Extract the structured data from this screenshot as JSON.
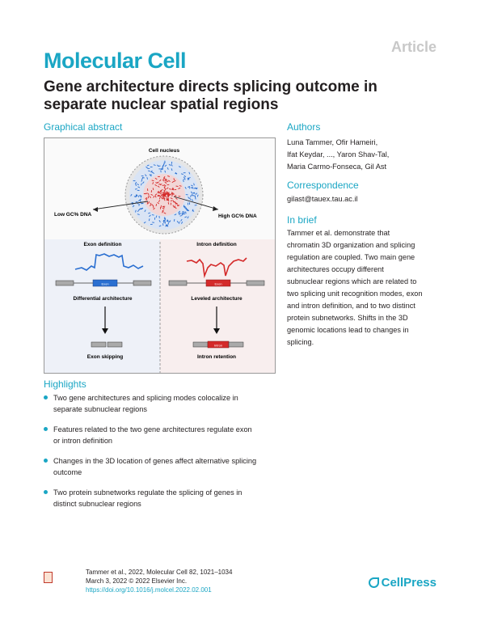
{
  "header": {
    "article_tag": "Article",
    "journal": "Molecular Cell",
    "title": "Gene architecture directs splicing outcome in separate nuclear spatial regions"
  },
  "graphical_abstract": {
    "heading": "Graphical abstract",
    "labels": {
      "cell_nucleus": "Cell nucleus",
      "low_gc": "Low GC% DNA",
      "high_gc": "High GC% DNA",
      "exon_definition": "Exon definition",
      "intron_definition": "Intron definition",
      "differential_architecture": "Differential architecture",
      "leveled_architecture": "Leveled architecture",
      "exon_skipping": "Exon skipping",
      "intron_retention": "Intron retention",
      "exon_word": "Exon",
      "intron_word": "Intron"
    },
    "colors": {
      "low_gc": "#2a6fd1",
      "high_gc": "#d42a2a",
      "accent": "#1aa6c4"
    }
  },
  "authors": {
    "heading": "Authors",
    "lines": [
      "Luna Tammer, Ofir Hameiri,",
      "Ifat Keydar, ..., Yaron Shav-Tal,",
      "Maria Carmo-Fonseca, Gil Ast"
    ]
  },
  "correspondence": {
    "heading": "Correspondence",
    "email": "gilast@tauex.tau.ac.il"
  },
  "in_brief": {
    "heading": "In brief",
    "lines": [
      "Tammer et al. demonstrate that",
      "chromatin 3D organization and splicing",
      "regulation are coupled. Two main gene",
      "architectures occupy different",
      "subnuclear regions which are related to",
      "two splicing unit recognition modes, exon",
      "and intron definition, and to two distinct",
      "protein subnetworks. Shifts in the 3D",
      "genomic locations lead to changes in",
      "splicing."
    ]
  },
  "highlights": {
    "heading": "Highlights",
    "items": [
      [
        "Two gene architectures and splicing modes colocalize in",
        "separate subnuclear regions"
      ],
      [
        "Features related to the two gene architectures regulate exon",
        "or intron definition"
      ],
      [
        "Changes in the 3D location of genes affect alternative splicing",
        "outcome"
      ],
      [
        "Two protein subnetworks regulate the splicing of genes in",
        "distinct subnuclear regions"
      ]
    ]
  },
  "footer": {
    "citation": "Tammer et al., 2022, Molecular Cell 82, 1021–1034",
    "date": "March 3, 2022 © 2022 Elsevier Inc.",
    "doi": "https://doi.org/10.1016/j.molcel.2022.02.001",
    "publisher": "CellPress"
  }
}
